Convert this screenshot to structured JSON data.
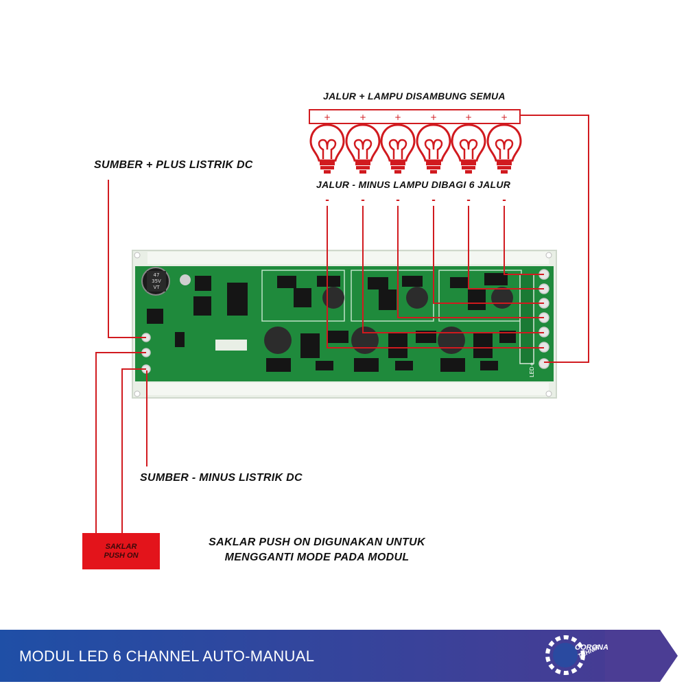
{
  "labels": {
    "top": "JALUR + LAMPU DISAMBUNG SEMUA",
    "plus_source": "SUMBER + PLUS LISTRIK DC",
    "minus_lamps": "JALUR - MINUS LAMPU DIBAGI 6 JALUR",
    "minus_source": "SUMBER - MINUS LISTRIK DC",
    "note_line1": "SAKLAR PUSH ON DIGUNAKAN UNTUK",
    "note_line2": "MENGGANTI MODE PADA MODUL"
  },
  "switch": {
    "line1": "SAKLAR",
    "line2": "PUSH ON"
  },
  "lamps": {
    "count": 6,
    "plus_mark": "+",
    "minus_mark": "-"
  },
  "board": {
    "capacitor_text": [
      "47",
      "35V",
      "VT"
    ],
    "connector_label": "LED+"
  },
  "banner": {
    "title": "MODUL LED 6 CHANNEL AUTO-MANUAL",
    "logo_line1": "CORONA",
    "logo_line2": "TEHNIK"
  },
  "colors": {
    "wire": "#d11a1f",
    "pcb": "#1f8a3c",
    "switch_box": "#e3141b",
    "banner_start": "#1f4fa6",
    "banner_end": "#4a3a92"
  }
}
